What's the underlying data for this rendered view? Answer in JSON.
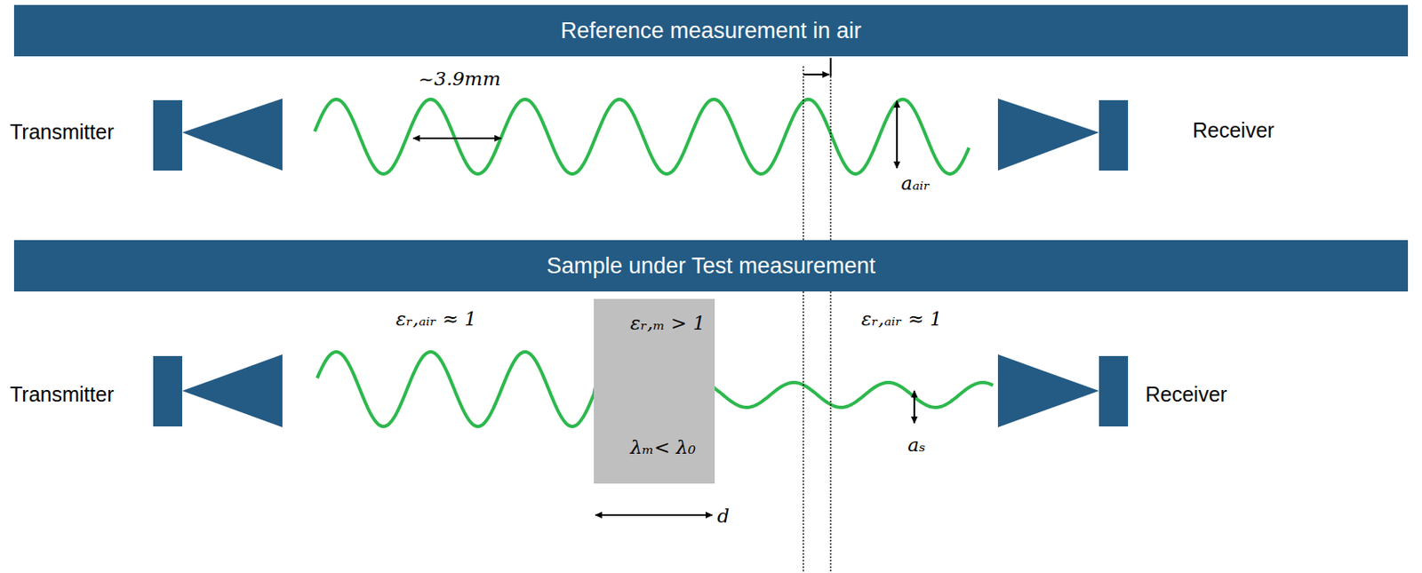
{
  "diagram": {
    "nodes": [
      {
        "text": [
          "Reference measurement in air"
        ]
      },
      {
        "text": [
          "Sample under Test measurement"
        ]
      },
      {
        "text": [
          "εᵣ,ₘ > 1",
          "λₘ< λ₀"
        ]
      }
    ],
    "labels": [
      "Transmitter",
      "~3.9mm",
      "aₐᵢᵣ",
      "Receiver",
      "εᵣ,ₐᵢᵣ ≈ 1",
      "εᵣ,ₐᵢᵣ ≈ 1",
      "Transmitter",
      "Receiver",
      "aₛ",
      "d"
    ]
  }
}
